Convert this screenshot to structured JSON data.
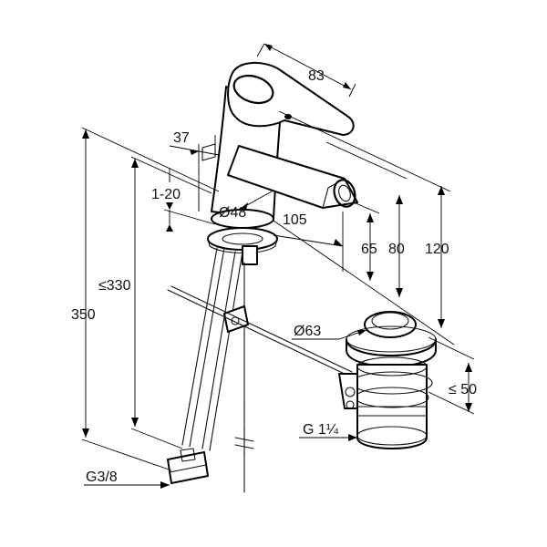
{
  "dimensions": {
    "handle_length": "83",
    "spout_offset": "37",
    "ring_range": "1-20",
    "base_diameter": "Ø48",
    "spout_reach": "105",
    "height_65": "65",
    "height_80": "80",
    "height_120": "120",
    "hose_length": "≤330",
    "total_length": "350",
    "waste_diameter": "Ø63",
    "waste_depth": "≤ 50",
    "waste_thread": "G 1¼",
    "supply_thread": "G3/8"
  }
}
